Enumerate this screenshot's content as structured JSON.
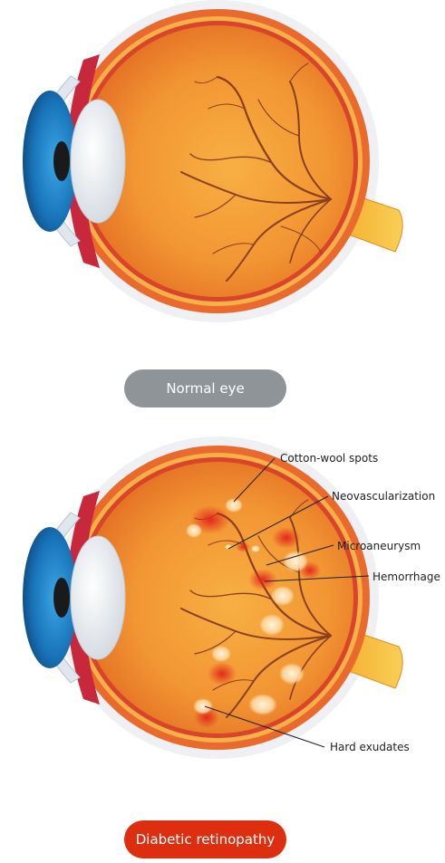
{
  "panels": {
    "normal": {
      "label": "Normal eye",
      "color": "#8f9499"
    },
    "diabetic": {
      "label": "Diabetic retinopathy",
      "color": "#dd2e10"
    }
  },
  "annotations": [
    {
      "id": "cotton",
      "text": "Cotton-wool spots"
    },
    {
      "id": "neo",
      "text": "Neovascularization"
    },
    {
      "id": "micro",
      "text": "Microaneurysm"
    },
    {
      "id": "hem",
      "text": "Hemorrhage"
    },
    {
      "id": "hard",
      "text": "Hard exudates"
    }
  ],
  "colors": {
    "sclera": "#ec6f2f",
    "retina": "#f39a35",
    "iris": "#1f78c1",
    "optic_nerve": "#f6b52a",
    "vessel": "#8a3f20",
    "lesion_red": "#e12a17",
    "exudate": "#fbe3b6"
  }
}
